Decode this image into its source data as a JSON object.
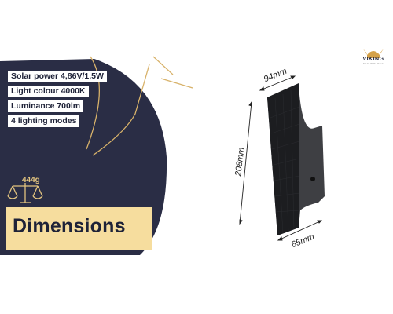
{
  "specs": [
    "Solar power 4,86V/1,5W",
    "Light colour 4000K",
    "Luminance 700lm",
    "4 lighting modes"
  ],
  "weight": "444g",
  "heading": "Dimensions",
  "brand": {
    "name": "VIKING",
    "tagline": "TECHNOLOGY"
  },
  "dimensions": {
    "width": "94mm",
    "height": "208mm",
    "depth": "65mm"
  },
  "colors": {
    "panel": "#2a2d45",
    "accent": "#f6dd9e",
    "gold": "#d8b26a"
  },
  "icons": [
    "balance-scale-icon",
    "viking-helmet-icon"
  ]
}
